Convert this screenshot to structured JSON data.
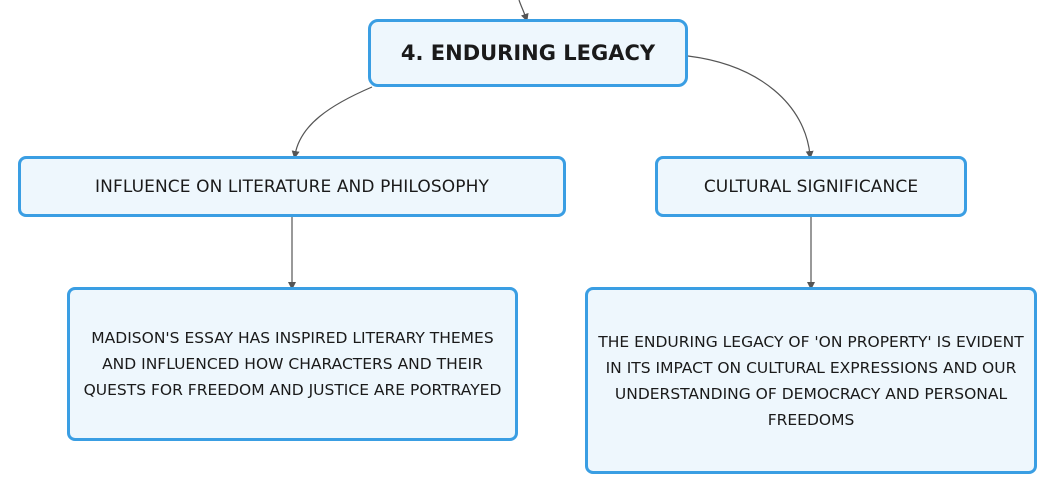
{
  "diagram": {
    "root": {
      "label": "4. ENDURING LEGACY"
    },
    "branches": [
      {
        "label": "INFLUENCE ON LITERATURE AND PHILOSOPHY",
        "detail": "MADISON'S ESSAY HAS INSPIRED LITERARY THEMES AND INFLUENCED HOW CHARACTERS AND THEIR QUESTS FOR FREEDOM AND JUSTICE ARE PORTRAYED"
      },
      {
        "label": "CULTURAL SIGNIFICANCE",
        "detail": "THE ENDURING LEGACY OF 'ON PROPERTY' IS EVIDENT IN ITS IMPACT ON CULTURAL EXPRESSIONS AND OUR UNDERSTANDING OF DEMOCRACY AND PERSONAL FREEDOMS"
      }
    ],
    "colors": {
      "node_border": "#3a9ee3",
      "node_fill": "#eef7fd",
      "connector": "#555555",
      "text": "#1a1a1a"
    }
  }
}
